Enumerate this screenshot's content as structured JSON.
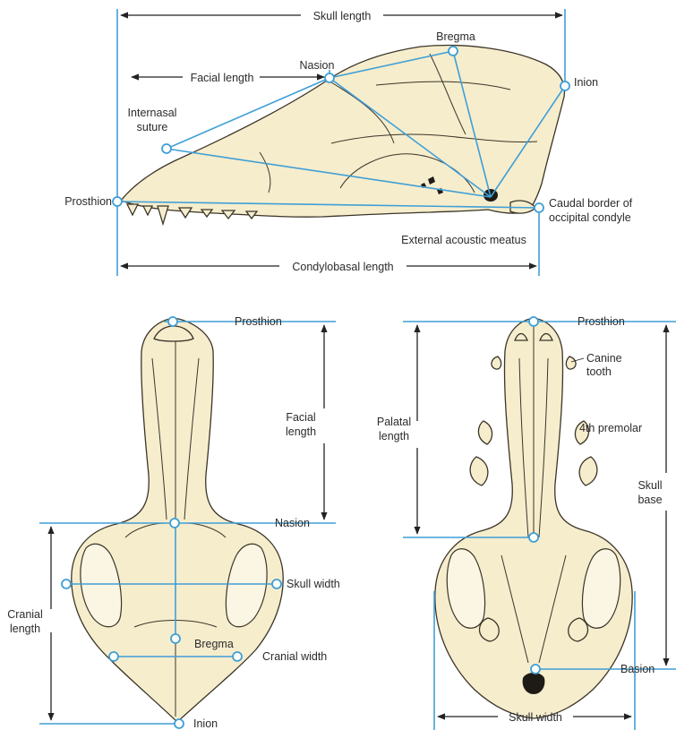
{
  "lateral": {
    "skull_length": "Skull length",
    "facial_length": "Facial length",
    "condylobasal_length": "Condylobasal length",
    "bregma": "Bregma",
    "nasion": "Nasion",
    "inion": "Inion",
    "internasal_line1": "Internasal",
    "internasal_line2": "suture",
    "prosthion": "Prosthion",
    "caudal_line1": "Caudal border of",
    "caudal_line2": "occipital condyle",
    "external_acoustic_meatus": "External acoustic meatus"
  },
  "dorsal": {
    "prosthion": "Prosthion",
    "facial_line1": "Facial",
    "facial_line2": "length",
    "nasion": "Nasion",
    "skull_width": "Skull width",
    "cranial_line1": "Cranial",
    "cranial_line2": "length",
    "bregma": "Bregma",
    "cranial_width": "Cranial width",
    "inion": "Inion"
  },
  "ventral": {
    "prosthion": "Prosthion",
    "canine_line1": "Canine",
    "canine_line2": "tooth",
    "palatal_line1": "Palatal",
    "palatal_line2": "length",
    "premolar": "4th premolar",
    "skull_base_line1": "Skull",
    "skull_base_line2": "base",
    "basion": "Basion",
    "skull_width": "Skull width"
  },
  "colors": {
    "guide": "#3f9fd6",
    "bone": "#f6edcd",
    "outline": "#3b3528"
  }
}
